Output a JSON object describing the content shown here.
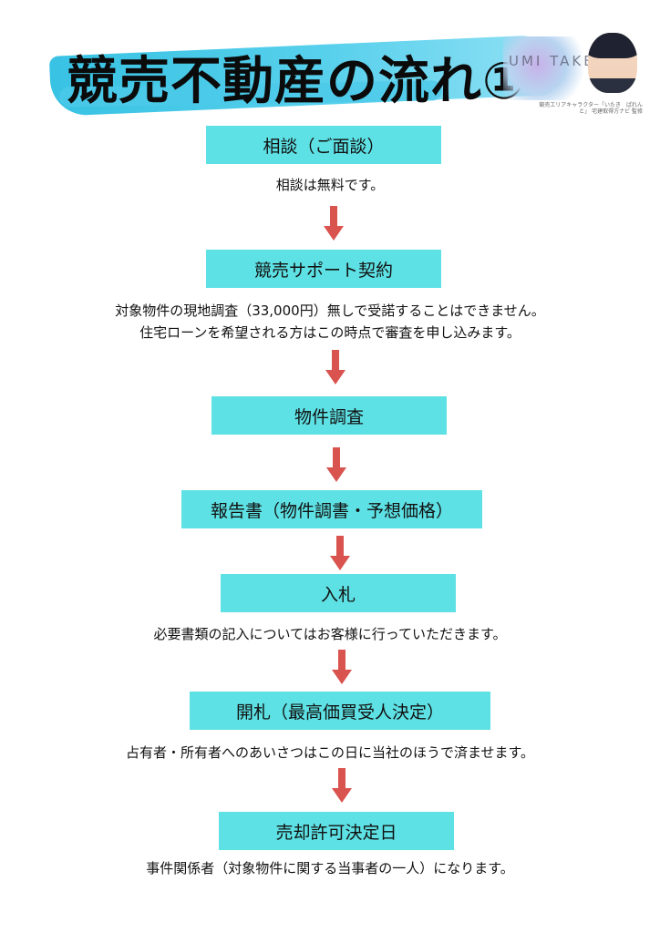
{
  "title": "競売不動産の流れ①",
  "logo": {
    "text": "UMI TAKEN",
    "caption": "競売エリアキャラクター「いたき　ぱれんと」 宅建取得方ナビ 監修"
  },
  "colors": {
    "step_fill": "#5ee1e4",
    "arrow": "#d9534f",
    "brush": "#38c2e3"
  },
  "steps": [
    {
      "label": "相談（ご面談）",
      "description": [
        "相談は無料です。"
      ]
    },
    {
      "label": "競売サポート契約",
      "description": [
        "対象物件の現地調査（33,000円）無しで受諾することはできません。",
        "住宅ローンを希望される方はこの時点で審査を申し込みます。"
      ]
    },
    {
      "label": "物件調査",
      "description": []
    },
    {
      "label": "報告書（物件調書・予想価格）",
      "description": []
    },
    {
      "label": "入札",
      "description": [
        "必要書類の記入についてはお客様に行っていただきます。"
      ]
    },
    {
      "label": "開札（最高価買受人決定）",
      "description": [
        "占有者・所有者へのあいさつはこの日に当社のほうで済ませます。"
      ]
    },
    {
      "label": "売却許可決定日",
      "description": [
        "事件関係者（対象物件に関する当事者の一人）になります。"
      ]
    }
  ]
}
